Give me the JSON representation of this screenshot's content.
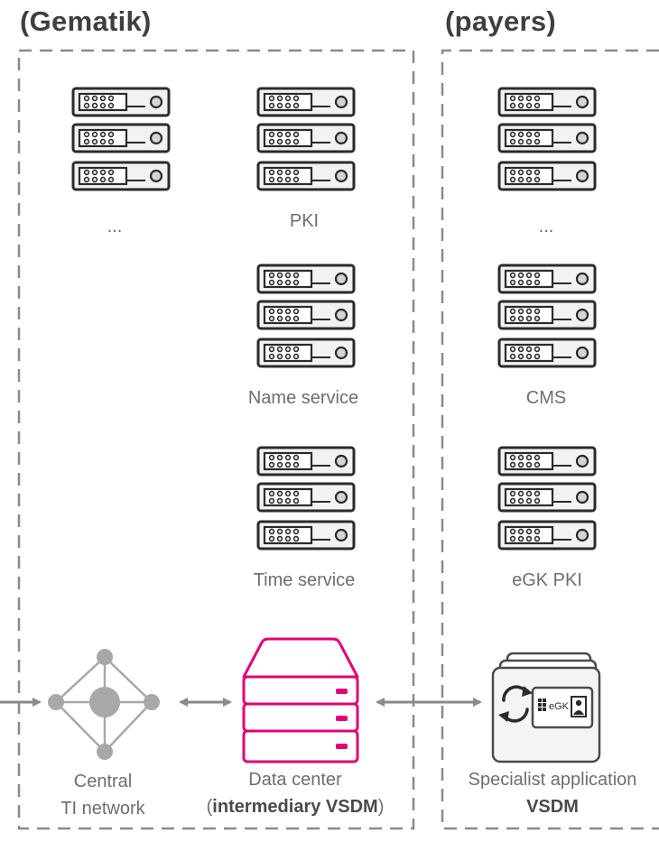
{
  "headings": {
    "left": "(Gematik)",
    "right": "(payers)"
  },
  "gematik": {
    "servers": [
      {
        "label": "..."
      },
      {
        "label": "PKI"
      },
      {
        "label": "Name service"
      },
      {
        "label": "Time service"
      }
    ],
    "central_network": {
      "line1": "Central",
      "line2": "TI network"
    },
    "data_center": {
      "line1": "Data center",
      "line2_open": "(",
      "line2_bold": "intermediary VSDM",
      "line2_close": ")"
    }
  },
  "payers": {
    "servers": [
      {
        "label": "..."
      },
      {
        "label": "CMS"
      },
      {
        "label": "eGK PKI"
      }
    ],
    "specialist_app": {
      "line1": "Specialist application",
      "line2_bold": "VSDM",
      "card_text": "eGK"
    }
  },
  "colors": {
    "border_dash": "#8a8a8a",
    "server_outline": "#2b2b2b",
    "network_gray": "#a8a8a8",
    "arrow_gray": "#8a8a8a",
    "data_center_magenta": "#e20074",
    "text_gray": "#6e6e6e"
  }
}
